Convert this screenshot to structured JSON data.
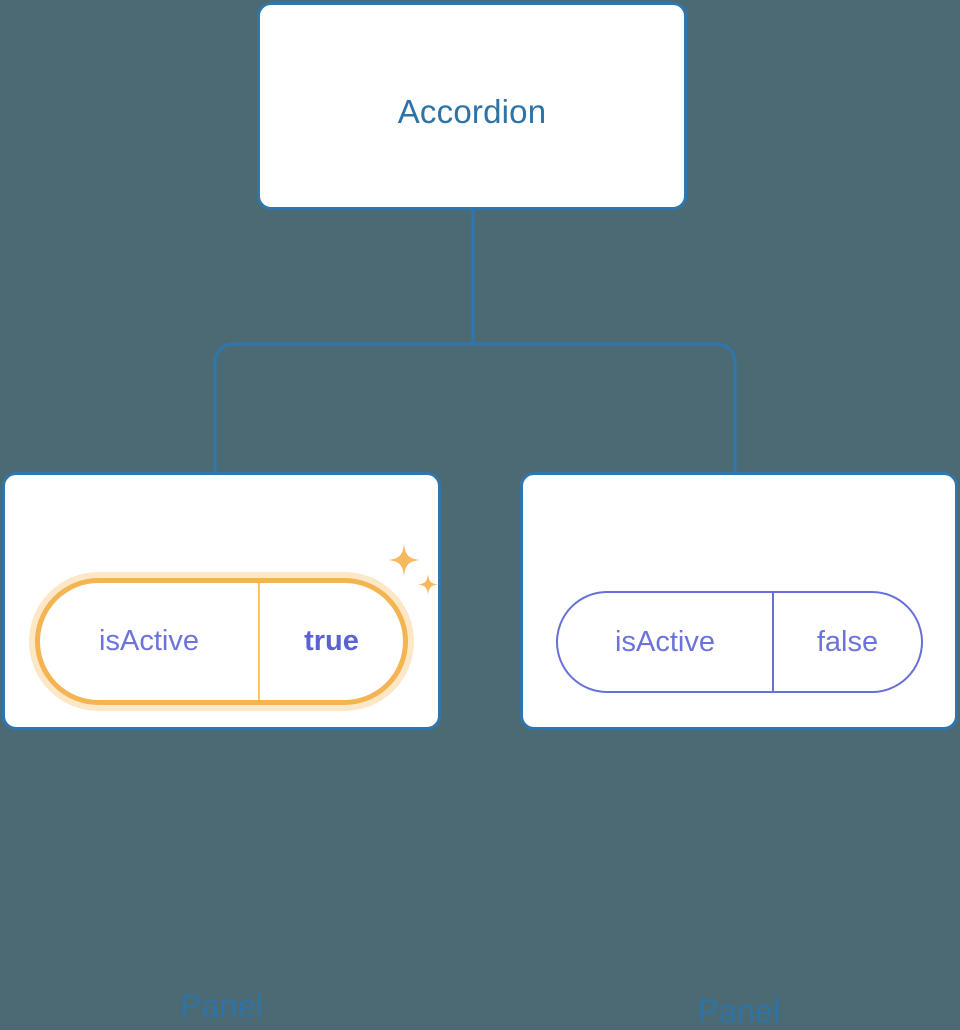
{
  "diagram": {
    "type": "component-tree",
    "background_color": "#4c6a74",
    "node_border_color": "#2e77ae",
    "node_title_color": "#2e73a6",
    "connector_color": "#2e77ae",
    "highlight_color": "#f5b452",
    "prop_text_color": "#6c74dc",
    "prop_value_highlight_color": "#5b63d3"
  },
  "root": {
    "title": "Accordion"
  },
  "children": [
    {
      "title": "Panel",
      "highlighted": true,
      "prop": {
        "key": "isActive",
        "value": "true"
      },
      "sparkle_icons": [
        "sparkle-large-icon",
        "sparkle-small-icon"
      ]
    },
    {
      "title": "Panel",
      "highlighted": false,
      "prop": {
        "key": "isActive",
        "value": "false"
      }
    }
  ]
}
